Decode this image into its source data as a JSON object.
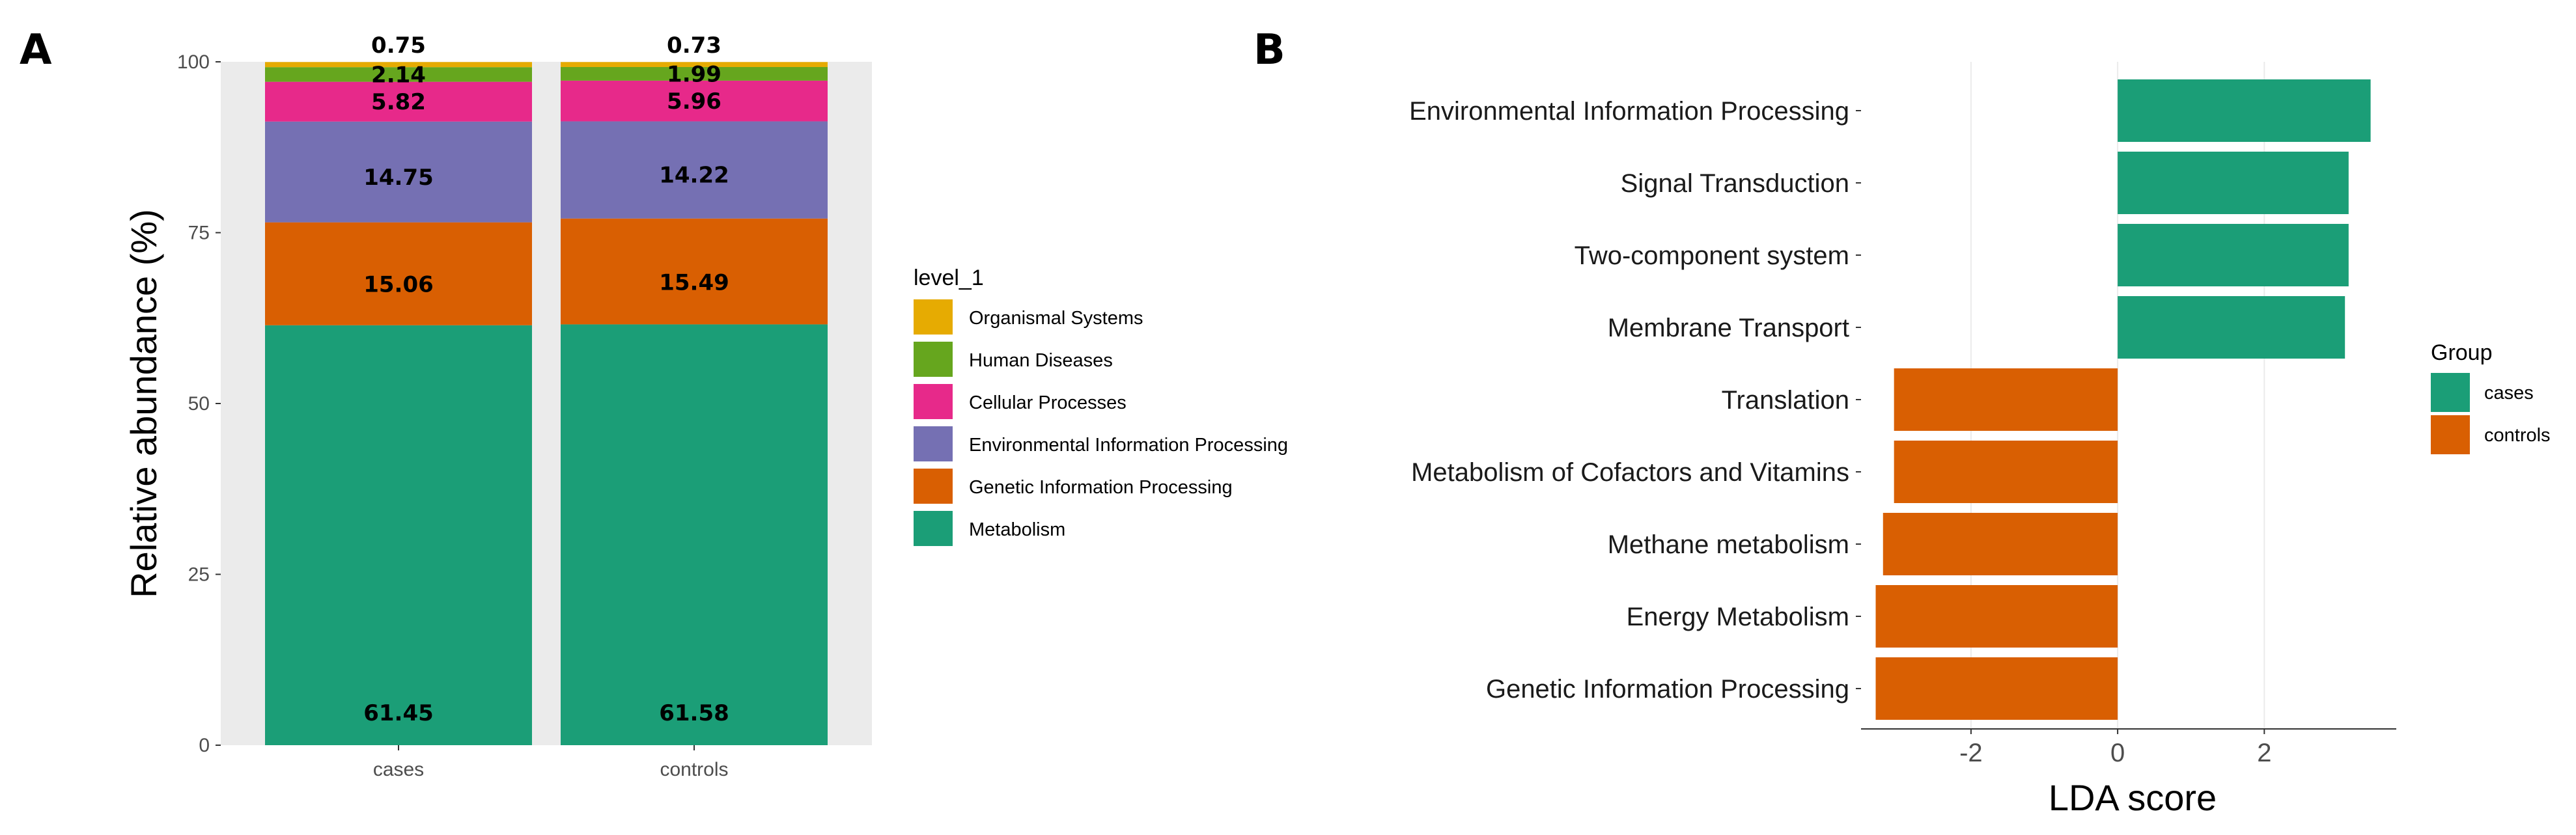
{
  "colors": {
    "panel_bg": "#ebebeb",
    "grid_b": "#ebebeb",
    "Organismal Systems": "#e6ab02",
    "Human Diseases": "#66a61e",
    "Cellular Processes": "#e7298a",
    "Environmental Information Processing": "#7570b3",
    "Genetic Information Processing": "#d95f02",
    "Metabolism": "#1b9e77",
    "cases": "#1b9e77",
    "controls": "#d95f02"
  },
  "chart_data": [
    {
      "panel_label": "A",
      "type": "bar",
      "stacked": true,
      "categories": [
        "cases",
        "controls"
      ],
      "ylabel": "Relative abundance (%)",
      "xlabel": "",
      "ylim": [
        0,
        100
      ],
      "yticks": [
        0,
        25,
        50,
        75,
        100
      ],
      "grid": false,
      "legend_title": "level_1",
      "legend_position": "right",
      "legend_entries": [
        "Organismal Systems",
        "Human Diseases",
        "Cellular Processes",
        "Environmental Information Processing",
        "Genetic Information Processing",
        "Metabolism"
      ],
      "series": [
        {
          "name": "Metabolism",
          "values": [
            61.45,
            61.58
          ],
          "labels": [
            "61.45",
            "61.58"
          ]
        },
        {
          "name": "Genetic Information Processing",
          "values": [
            15.06,
            15.49
          ],
          "labels": [
            "15.06",
            "15.49"
          ]
        },
        {
          "name": "Environmental Information Processing",
          "values": [
            14.75,
            14.22
          ],
          "labels": [
            "14.75",
            "14.22"
          ]
        },
        {
          "name": "Cellular Processes",
          "values": [
            5.82,
            5.96
          ],
          "labels": [
            "5.82",
            "5.96"
          ]
        },
        {
          "name": "Human Diseases",
          "values": [
            2.14,
            1.99
          ],
          "labels": [
            "2.14",
            "1.99"
          ]
        },
        {
          "name": "Organismal Systems",
          "values": [
            0.75,
            0.73
          ],
          "labels": [
            "0.75",
            "0.73"
          ]
        }
      ]
    },
    {
      "panel_label": "B",
      "type": "bar",
      "orientation": "horizontal",
      "xlabel": "LDA score",
      "ylabel": "",
      "xlim": [
        -3.5,
        3.8
      ],
      "xticks": [
        -2,
        0,
        2
      ],
      "xtick_labels": [
        "-2",
        "0",
        "2"
      ],
      "grid": true,
      "legend_title": "Group",
      "legend_position": "right",
      "legend_entries": [
        "cases",
        "controls"
      ],
      "categories": [
        "Environmental Information Processing",
        "Signal Transduction",
        "Two-component system",
        "Membrane Transport",
        "Translation",
        "Metabolism of Cofactors and Vitamins",
        "Methane metabolism",
        "Energy Metabolism",
        "Genetic Information Processing"
      ],
      "values": [
        3.45,
        3.15,
        3.15,
        3.1,
        -3.05,
        -3.05,
        -3.2,
        -3.3,
        -3.3
      ],
      "groups": [
        "cases",
        "cases",
        "cases",
        "cases",
        "controls",
        "controls",
        "controls",
        "controls",
        "controls"
      ]
    }
  ]
}
